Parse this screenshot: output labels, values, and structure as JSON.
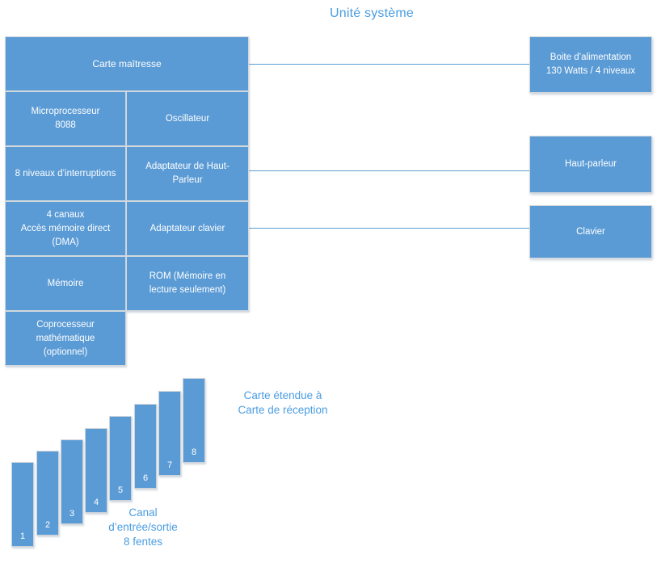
{
  "title": "Unité système",
  "colors": {
    "box_fill": "#5b9bd5",
    "box_border": "#d3d8dd",
    "box_text": "#fdfeff",
    "accent_text": "#4a9de2",
    "connector": "#5b9bd5",
    "background": "#ffffff"
  },
  "motherboard": {
    "header": "Carte maîtresse",
    "cells": {
      "microprocesseur": "Microprocesseur\n8088",
      "oscillateur": "Oscillateur",
      "interruptions": "8 niveaux d’interruptions",
      "adaptateur_haut_parleur": "Adaptateur de Haut-\nParleur",
      "dma": "4 canaux\nAccès mémoire direct\n(DMA)",
      "adaptateur_clavier": "Adaptateur clavier",
      "memoire": "Mémoire",
      "rom": "ROM (Mémoire en\nlecture seulement)",
      "coprocesseur": "Coprocesseur\nmathématique\n(optionnel)"
    }
  },
  "peripherals": {
    "alimentation": "Boite d’alimentation\n130 Watts / 4 niveaux",
    "haut_parleur": "Haut-parleur",
    "clavier": "Clavier"
  },
  "expansion": {
    "caption_card": "Carte étendue à\nCarte de réception",
    "caption_channel": "Canal\nd’entrée/sortie\n8 fentes",
    "slots": [
      "1",
      "2",
      "3",
      "4",
      "5",
      "6",
      "7",
      "8"
    ]
  }
}
